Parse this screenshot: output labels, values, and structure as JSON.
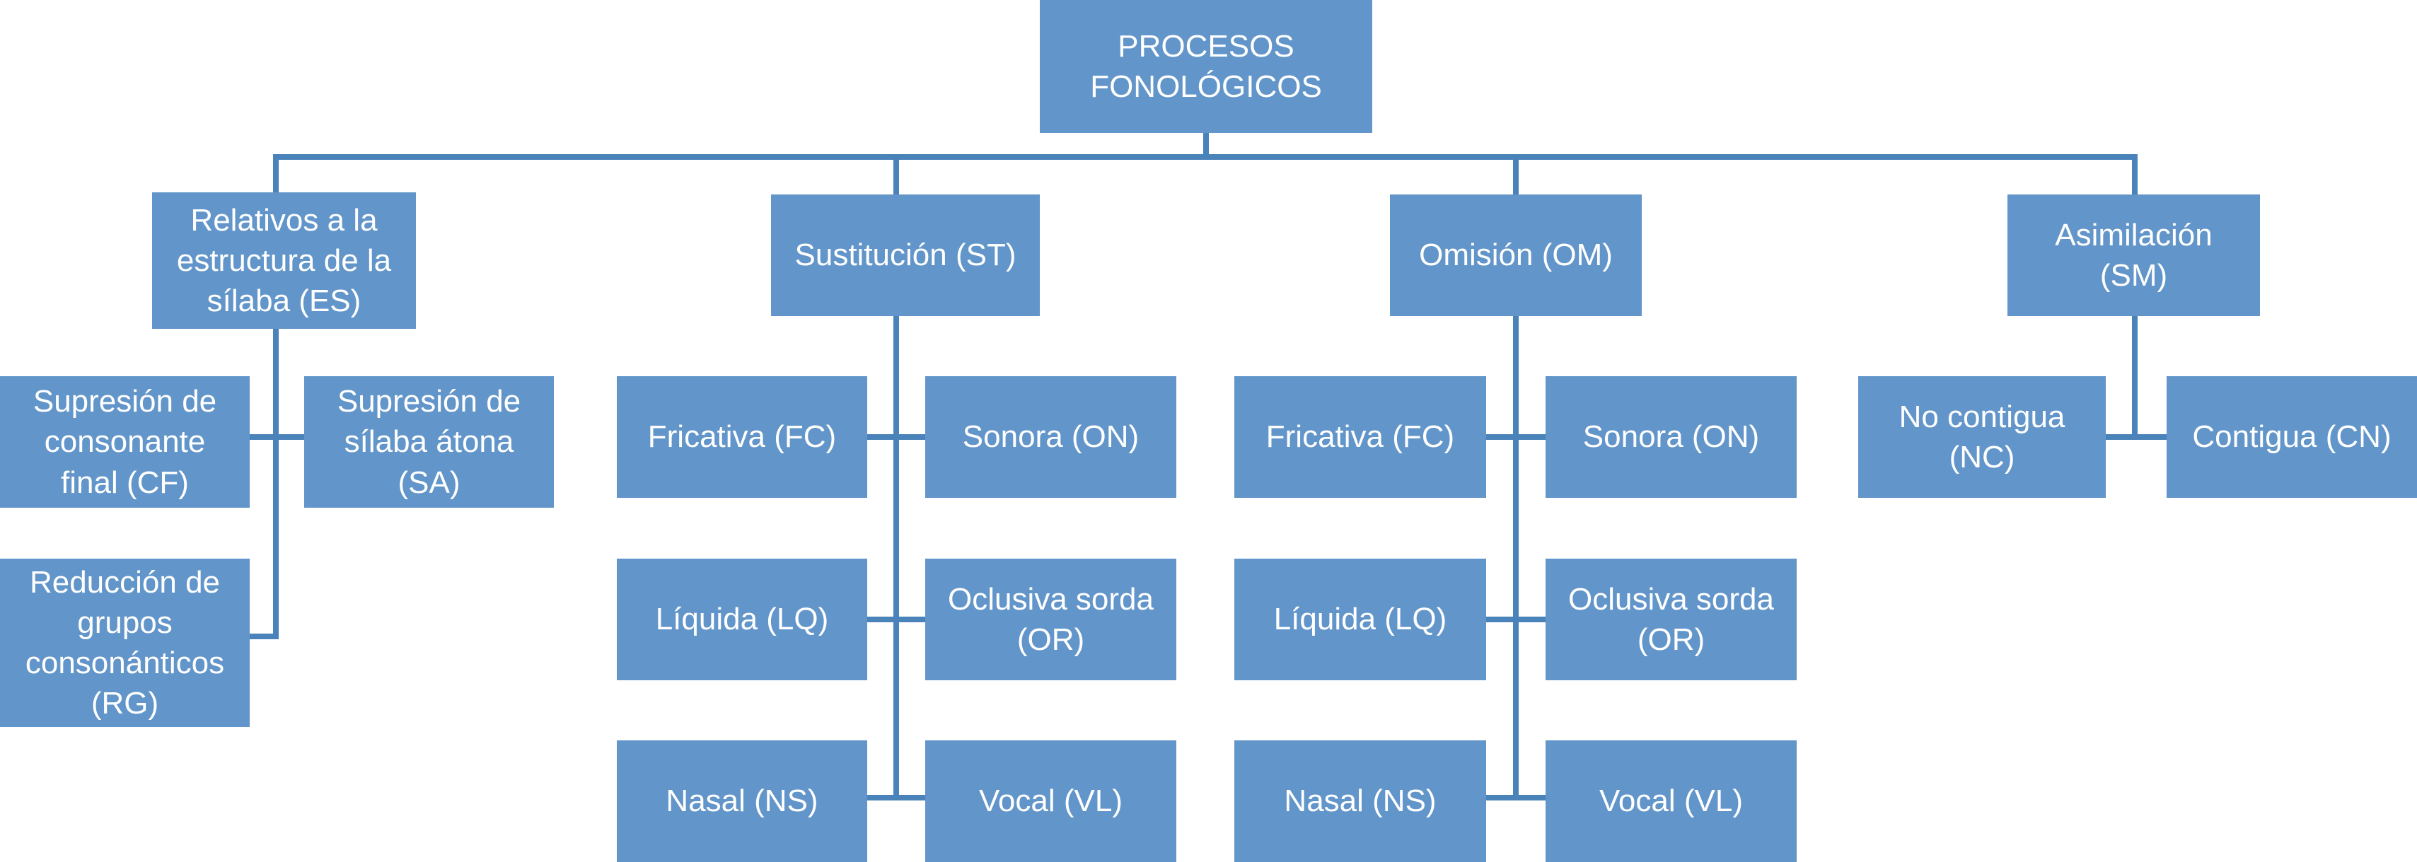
{
  "style": {
    "box_color": "#6295c9",
    "line_color": "#4a83b9",
    "text_color": "#ffffff"
  },
  "diagram": {
    "root": "PROCESOS\nFONOLÓGICOS",
    "es": {
      "label": "Relativos a la\nestructura de la\nsílaba (ES)",
      "children": [
        "Supresión de\nconsonante\nfinal (CF)",
        "Supresión de\nsílaba átona\n(SA)",
        "Reducción de\ngrupos\nconsonánticos\n(RG)"
      ]
    },
    "st": {
      "label": "Sustitución (ST)",
      "children": [
        "Fricativa (FC)",
        "Sonora (ON)",
        "Líquida (LQ)",
        "Oclusiva sorda\n(OR)",
        "Nasal (NS)",
        "Vocal (VL)"
      ]
    },
    "om": {
      "label": "Omisión (OM)",
      "children": [
        "Fricativa (FC)",
        "Sonora (ON)",
        "Líquida (LQ)",
        "Oclusiva sorda\n(OR)",
        "Nasal (NS)",
        "Vocal (VL)"
      ]
    },
    "sm": {
      "label": "Asimilación\n(SM)",
      "children": [
        "No contigua\n(NC)",
        "Contigua (CN)"
      ]
    }
  }
}
